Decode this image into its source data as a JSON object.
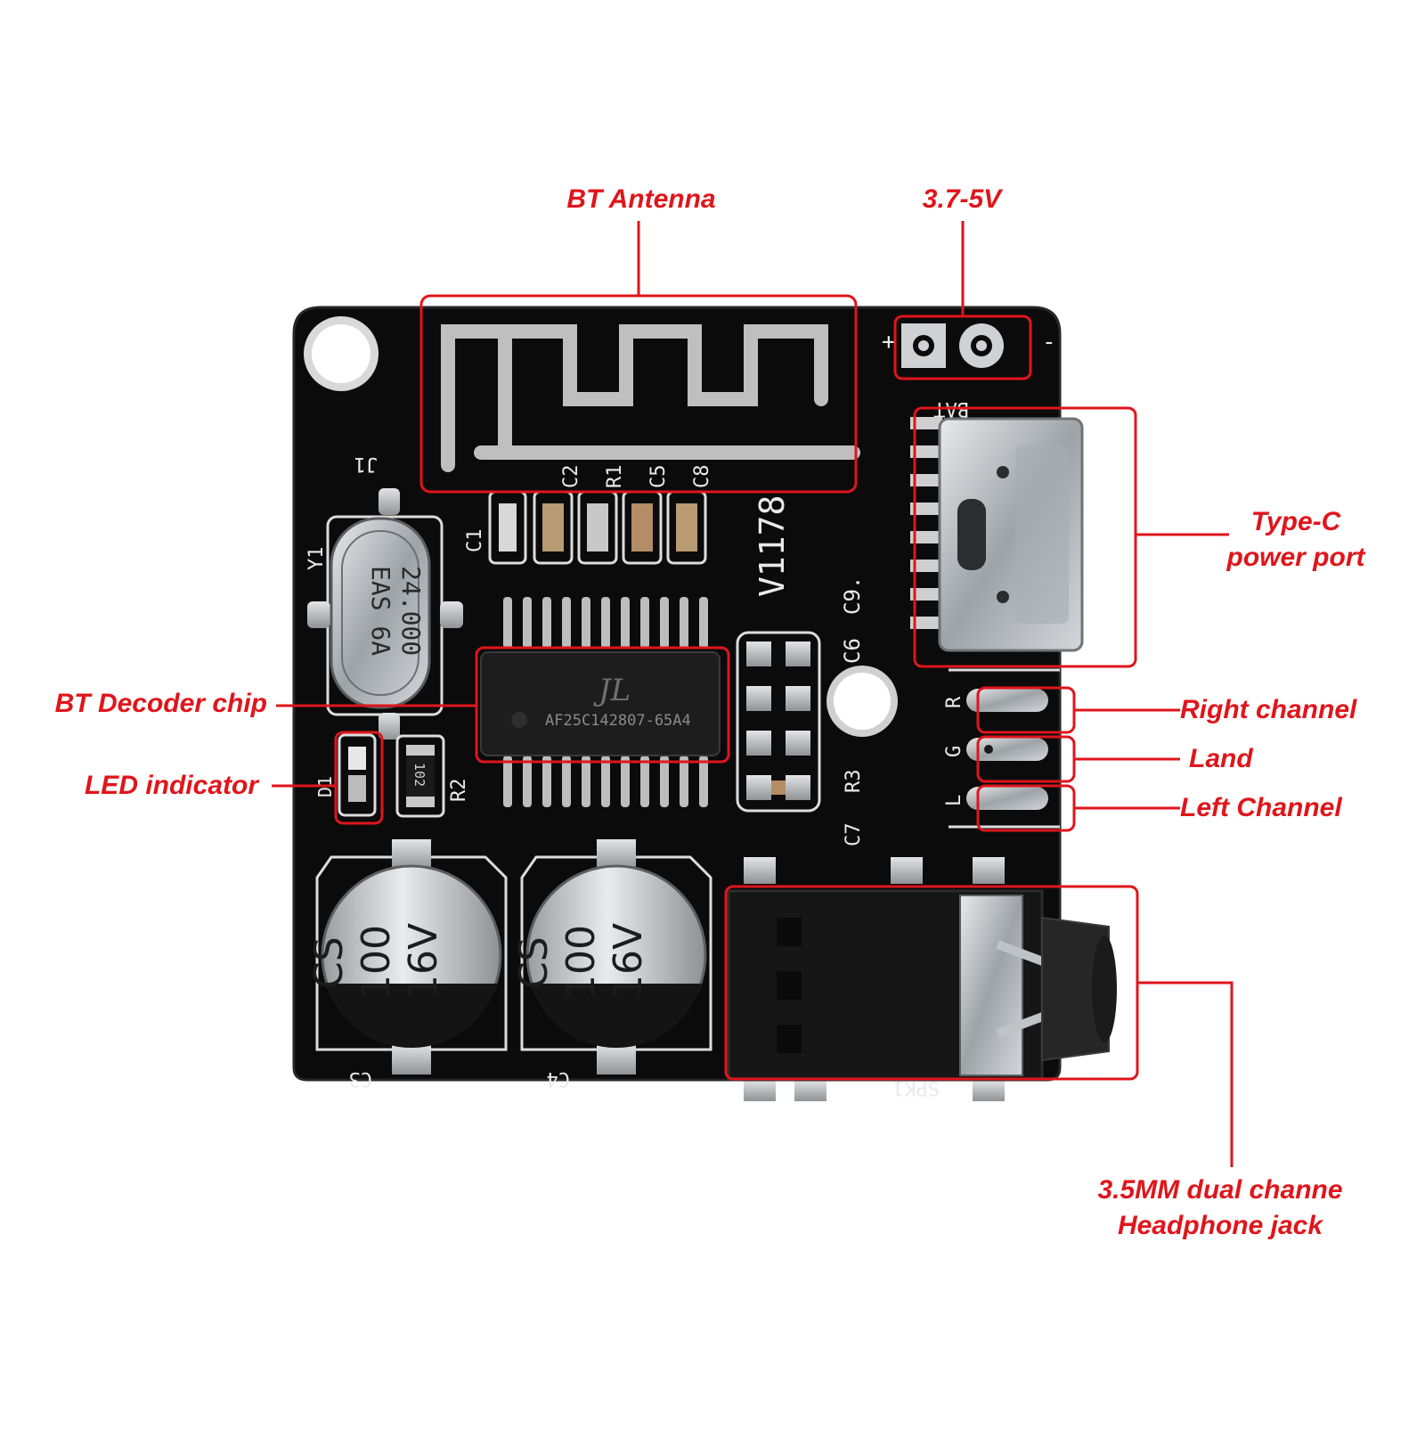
{
  "labels": {
    "bt_antenna": "BT Antenna",
    "power_input": "3.7-5V",
    "type_c_line1": "Type-C",
    "type_c_line2": "power port",
    "bt_decoder": "BT Decoder chip",
    "led_indicator": "LED indicator",
    "right_channel": "Right channel",
    "land": "Land",
    "left_channel": "Left Channel",
    "jack_line1": "3.5MM dual channe",
    "jack_line2": "Headphone jack"
  },
  "board": {
    "bat_label": "BAT",
    "bat_plus": "+",
    "bat_minus": "-",
    "j1": "J1",
    "y1": "Y1",
    "crystal_line1": "24.000",
    "crystal_line2": "EAS 6A",
    "c1": "C1",
    "c2": "C2",
    "r1": "R1",
    "c5": "C5",
    "c8": "C8",
    "version": "V1178",
    "c9": "C9.",
    "c6": "C6",
    "chip_logo": "JL",
    "chip_marking": "AF25C142807-65A4",
    "r2": "R2",
    "r3": "R3",
    "c7": "C7",
    "d1": "D1",
    "res_code": "102",
    "pin_r": "R",
    "pin_g": "G",
    "pin_l": "L",
    "cap_line1": "CS",
    "cap_line2": "100",
    "cap_line3": "16V",
    "c3": "C3",
    "c4": "C4",
    "spk1": "SPK1"
  },
  "colors": {
    "callout": "#e0151b",
    "pcb": "#0b0b0b",
    "silkscreen": "#eaeaea",
    "metal": "#bfc3c6"
  }
}
